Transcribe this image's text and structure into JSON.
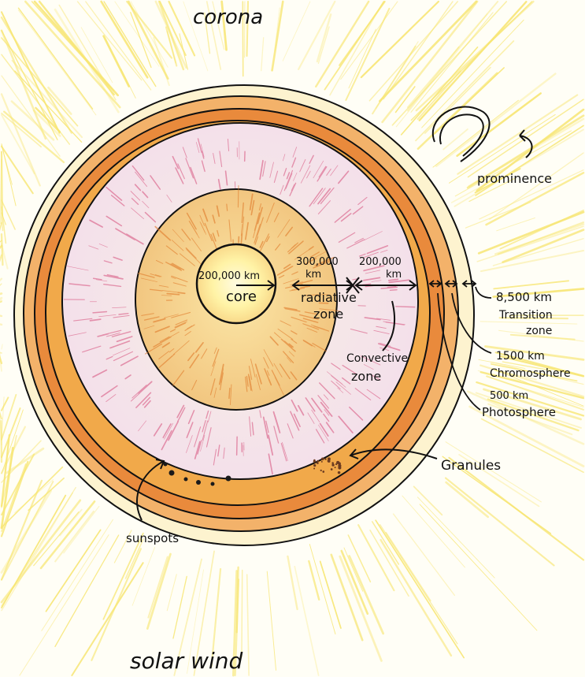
{
  "labels": {
    "corona": "corona",
    "solar_wind": "solar wind",
    "prominence": "prominence",
    "core": "core",
    "core_size": "200,000 km",
    "radiative_size_1": "300,000",
    "radiative_size_2": "km",
    "radiative_1": "radiative",
    "radiative_2": "zone",
    "convective_size_1": "200,000",
    "convective_size_2": "km",
    "convective_1": "Convective",
    "convective_2": "zone",
    "transition_size": "8,500 km",
    "transition_1": "Transition",
    "transition_2": "zone",
    "chromosphere_size": "1500 km",
    "chromosphere": "Chromosphere",
    "photosphere_size": "500 km",
    "photosphere": "Photosphere",
    "granules": "Granules",
    "sunspots": "sunspots"
  },
  "colors": {
    "corona_rays": "#f6e15a",
    "outer_band": "#f1a94a",
    "chromosphere_band": "#e98a3c",
    "radiative_fill": "#f6e8ef",
    "radiative_streaks": "#d64d7a",
    "convective_fill": "#f7d488",
    "core_glow": "#fff6b0",
    "ink": "#111111"
  }
}
